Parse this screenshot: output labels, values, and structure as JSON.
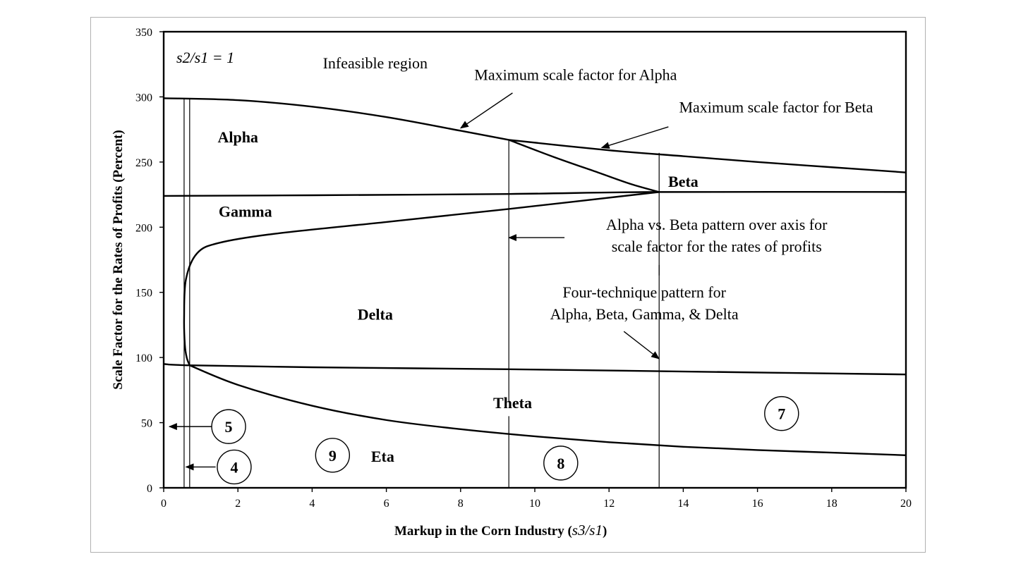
{
  "chart_data": {
    "type": "line",
    "xlabel": "Markup in the Corn Industry (",
    "xlabel_math": "s3/s1",
    "xlabel_close": ")",
    "ylabel": "Scale Factor for the Rates of Profits (Percent)",
    "xlim": [
      0,
      20
    ],
    "ylim": [
      0,
      350
    ],
    "x_ticks": [
      0,
      2,
      4,
      6,
      8,
      10,
      12,
      14,
      16,
      18,
      20
    ],
    "y_ticks": [
      0,
      50,
      100,
      150,
      200,
      250,
      300,
      350
    ],
    "grid": false,
    "ratio_label": "s2/s1 = 1",
    "series": [
      {
        "key": "alpha_max",
        "x": [
          0,
          2,
          4,
          6,
          8,
          9.3
        ],
        "y": [
          299,
          297.5,
          292.5,
          284.5,
          274,
          267
        ]
      },
      {
        "key": "beta_max",
        "x": [
          9.3,
          12,
          14,
          16,
          18,
          20
        ],
        "y": [
          267,
          259,
          254.5,
          250,
          246,
          242
        ]
      },
      {
        "key": "alpha_beta",
        "x": [
          9.3,
          10.5,
          11.7,
          12.6,
          13.35
        ],
        "y": [
          267,
          254,
          242,
          233,
          227
        ]
      },
      {
        "key": "gamma_top",
        "x": [
          0,
          4,
          9.3,
          13.35,
          20
        ],
        "y": [
          224,
          224.5,
          225.5,
          227,
          227
        ]
      },
      {
        "key": "gamma_delta",
        "x": [
          13.35,
          9.3,
          6,
          3,
          1.5,
          0.9,
          0.6,
          0.55,
          0.57,
          0.62,
          0.7
        ],
        "y": [
          227,
          214,
          204,
          195,
          188,
          180,
          160,
          130,
          110,
          100,
          94
        ]
      },
      {
        "key": "delta_theta",
        "x": [
          0,
          0.7,
          4,
          9.3,
          13.35,
          20
        ],
        "y": [
          95,
          94,
          92.5,
          91,
          89.5,
          87
        ]
      },
      {
        "key": "theta_eta",
        "x": [
          0.7,
          2,
          4,
          6,
          8,
          10,
          12,
          14,
          16,
          18,
          20
        ],
        "y": [
          94,
          79,
          63,
          52,
          45,
          39.5,
          35,
          31.5,
          29,
          27,
          25
        ]
      }
    ],
    "vlines": [
      {
        "key": "v1",
        "x": 0.55,
        "ymin": 0,
        "ymax": 299
      },
      {
        "key": "v2",
        "x": 0.7,
        "ymin": 0,
        "ymax": 299
      },
      {
        "key": "v3",
        "x": 9.3,
        "ymin": 0,
        "ymax": 267,
        "gap": [
          55,
          66
        ]
      },
      {
        "key": "v4",
        "x": 13.35,
        "ymin": 0,
        "ymax": 257
      }
    ],
    "regions": [
      {
        "label": "Infeasible region",
        "x": 5.7,
        "y": 322,
        "bold": false
      },
      {
        "label": "Alpha",
        "x": 2.0,
        "y": 265,
        "bold": true
      },
      {
        "label": "Gamma",
        "x": 2.2,
        "y": 208,
        "bold": true
      },
      {
        "label": "Beta",
        "x": 14.0,
        "y": 231,
        "bold": true
      },
      {
        "label": "Delta",
        "x": 5.7,
        "y": 129,
        "bold": true
      },
      {
        "label": "Theta",
        "x": 9.4,
        "y": 61,
        "bold": true
      },
      {
        "label": "Eta",
        "x": 5.9,
        "y": 20,
        "bold": true
      }
    ],
    "annotations": [
      {
        "label": "Maximum scale factor for Alpha",
        "tx": 11.1,
        "ty": 313,
        "ax": 9.4,
        "ay": 303,
        "hx": 8.0,
        "hy": 276
      },
      {
        "label": "Maximum scale factor for Beta",
        "tx": 16.5,
        "ty": 288,
        "ax": 13.6,
        "ay": 277,
        "hx": 11.8,
        "hy": 261
      }
    ],
    "ab_pattern": {
      "lines": [
        "Alpha vs. Beta pattern over axis for",
        "scale factor for the rates of profits"
      ],
      "tx": 14.9,
      "ty": 198,
      "ax": 10.8,
      "ay": 192,
      "hx": 9.3,
      "hy": 192
    },
    "four_pattern": {
      "lines": [
        "Four-technique pattern for",
        "Alpha, Beta, Gamma, & Delta"
      ],
      "tx": 12.95,
      "ty": 146,
      "ax": 12.4,
      "ay": 120,
      "hx": 13.35,
      "hy": 99
    },
    "pattern_dash": {
      "x": 13.35,
      "y1": 171,
      "y2": 163
    },
    "circles": [
      {
        "label": "5",
        "x": 1.75,
        "y": 47,
        "ax": 1.3,
        "ay": 47,
        "hx": 0.15,
        "hy": 47
      },
      {
        "label": "4",
        "x": 1.9,
        "y": 16,
        "ax": 1.4,
        "ay": 16,
        "hx": 0.6,
        "hy": 16
      },
      {
        "label": "9",
        "x": 4.55,
        "y": 25,
        "arrow": false
      },
      {
        "label": "8",
        "x": 10.7,
        "y": 19,
        "arrow": false
      },
      {
        "label": "7",
        "x": 16.65,
        "y": 57,
        "arrow": false
      }
    ]
  }
}
